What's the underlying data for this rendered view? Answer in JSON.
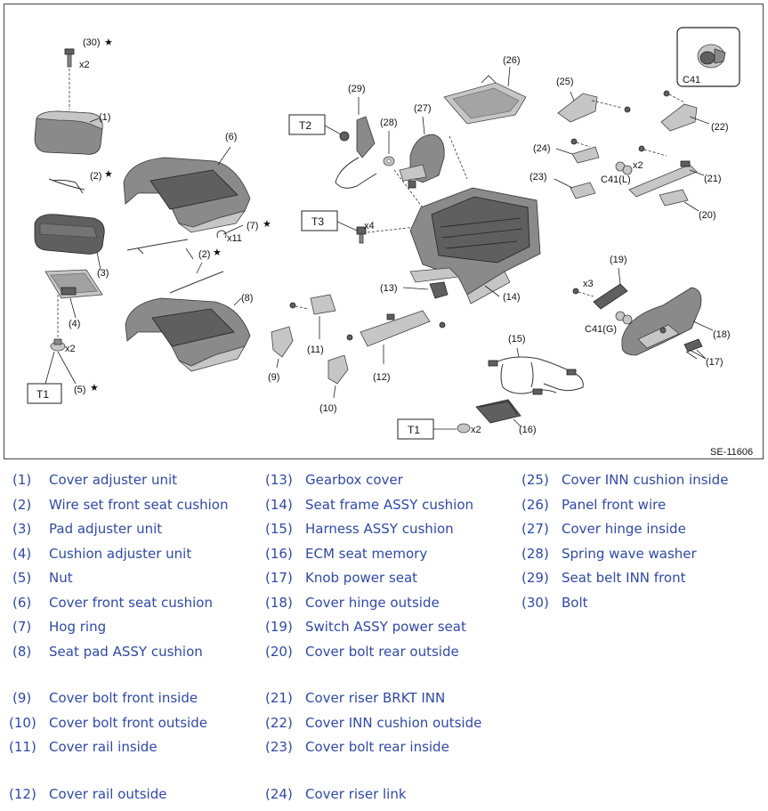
{
  "diagram": {
    "code": "SE-11606",
    "torque_boxes": [
      "T2",
      "T3",
      "T1",
      "T1"
    ],
    "connector_box": "C41",
    "labels": {
      "l30": "(30)",
      "l30x": "x2",
      "l1": "(1)",
      "l2a": "(2)",
      "l3": "(3)",
      "l4": "(4)",
      "l5": "(5)",
      "l5x": "x2",
      "l6": "(6)",
      "l7": "(7)",
      "l7x": "x11",
      "l2b": "(2)",
      "l8": "(8)",
      "l9": "(9)",
      "l10": "(10)",
      "l11": "(11)",
      "l12": "(12)",
      "l13": "(13)",
      "l14": "(14)",
      "l15": "(15)",
      "l16": "(16)",
      "l16x": "x2",
      "l17": "(17)",
      "l18": "(18)",
      "l19": "(19)",
      "l19x": "x3",
      "l20": "(20)",
      "l21": "(21)",
      "l22": "(22)",
      "l23": "(23)",
      "l24": "(24)",
      "l25": "(25)",
      "l26": "(26)",
      "l27": "(27)",
      "l28": "(28)",
      "l29": "(29)",
      "l3x": "x4",
      "c41l": "C41(L)",
      "c41lx": "x2",
      "c41g": "C41(G)"
    }
  },
  "legend": [
    {
      "num": "(1)",
      "text": "Cover adjuster unit"
    },
    {
      "num": "(2)",
      "text": "Wire set front seat cushion"
    },
    {
      "num": "(3)",
      "text": "Pad adjuster unit"
    },
    {
      "num": "(4)",
      "text": "Cushion adjuster unit"
    },
    {
      "num": "(5)",
      "text": "Nut"
    },
    {
      "num": "(6)",
      "text": "Cover front seat cushion"
    },
    {
      "num": "(7)",
      "text": "Hog ring"
    },
    {
      "num": "(8)",
      "text": "Seat pad ASSY cushion"
    },
    {
      "num": "(9)",
      "text": "Cover bolt front inside"
    },
    {
      "num": "(10)",
      "text": "Cover bolt front outside"
    },
    {
      "num": "(11)",
      "text": "Cover rail inside"
    },
    {
      "num": "(12)",
      "text": "Cover rail outside"
    },
    {
      "num": "(13)",
      "text": "Gearbox cover"
    },
    {
      "num": "(14)",
      "text": "Seat frame ASSY cushion"
    },
    {
      "num": "(15)",
      "text": "Harness ASSY cushion"
    },
    {
      "num": "(16)",
      "text": "ECM seat memory"
    },
    {
      "num": "(17)",
      "text": "Knob power seat"
    },
    {
      "num": "(18)",
      "text": "Cover hinge outside"
    },
    {
      "num": "(19)",
      "text": "Switch ASSY power seat"
    },
    {
      "num": "(20)",
      "text": "Cover bolt rear outside"
    },
    {
      "num": "(21)",
      "text": "Cover riser BRKT INN"
    },
    {
      "num": "(22)",
      "text": "Cover INN cushion outside"
    },
    {
      "num": "(23)",
      "text": "Cover bolt rear inside"
    },
    {
      "num": "(24)",
      "text": "Cover riser link"
    },
    {
      "num": "(25)",
      "text": "Cover INN cushion inside"
    },
    {
      "num": "(26)",
      "text": "Panel front wire"
    },
    {
      "num": "(27)",
      "text": "Cover hinge inside"
    },
    {
      "num": "(28)",
      "text": "Spring wave washer"
    },
    {
      "num": "(29)",
      "text": "Seat belt INN front"
    },
    {
      "num": "(30)",
      "text": "Bolt"
    }
  ]
}
